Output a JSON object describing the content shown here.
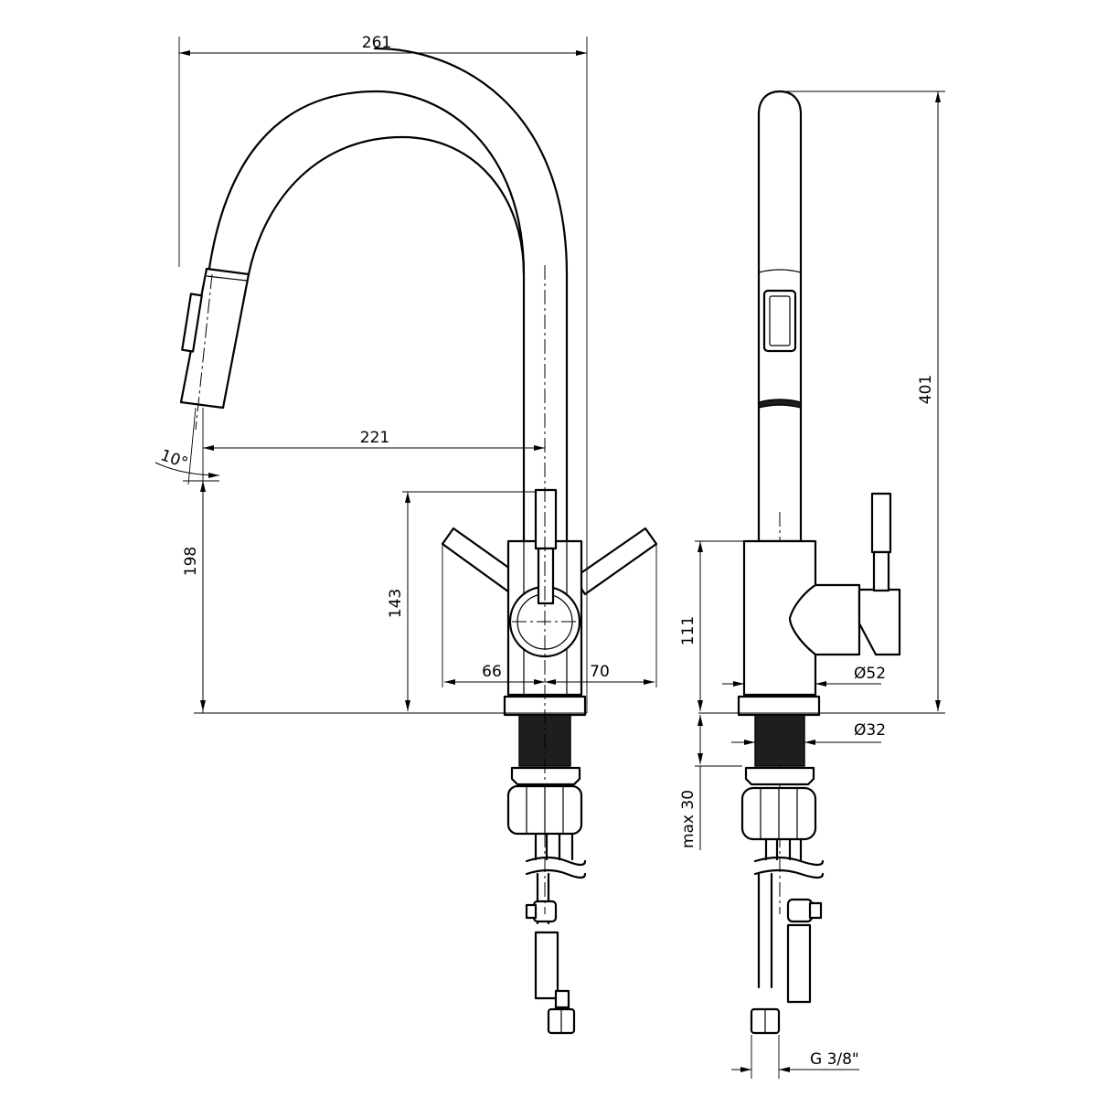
{
  "dimensions": {
    "overall_width": "261",
    "spout_reach": "221",
    "spray_angle": "10°",
    "spout_clearance": "198",
    "lever_height": "143",
    "lever_left": "66",
    "lever_right": "70",
    "body_height": "111",
    "total_height": "401",
    "base_diameter": "Ø52",
    "shank_diameter": "Ø32",
    "mounting_thickness": "max 30",
    "connection_thread": "G 3/8\""
  }
}
